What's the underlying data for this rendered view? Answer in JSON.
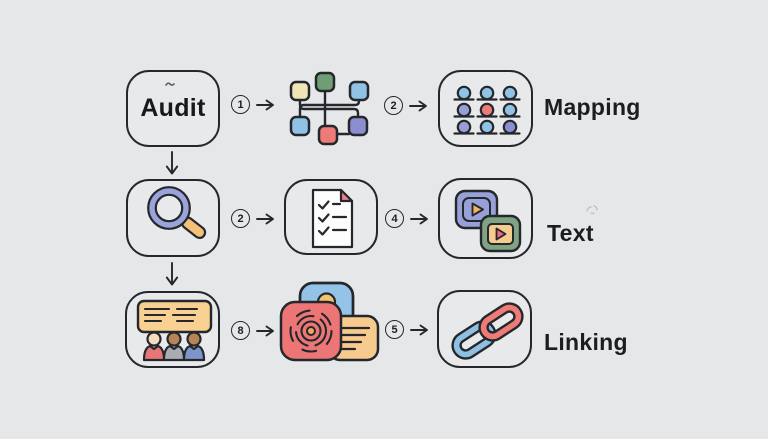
{
  "diagram": {
    "background": "#e5e7e9",
    "outline_color": "#24272b",
    "palette": {
      "cream": "#efe5b5",
      "green": "#6f9e74",
      "sky_blue": "#90c2e6",
      "salmon": "#ed7b78",
      "periwinkle": "#989fd8",
      "violet": "#8b8fd0",
      "tan": "#f6c98f",
      "banner_orange": "#f7d092",
      "paper_white": "#fdfdfd",
      "fold_pink": "#ef8289"
    },
    "rows": [
      {
        "left_label": "Audit",
        "step_a": "1",
        "middle_icon": "network-nodes-icon",
        "step_b": "2",
        "right_icon": "audience-grid-icon",
        "label": "Mapping"
      },
      {
        "left_icon": "magnifier-icon",
        "step_a": "2",
        "middle_icon": "checklist-document-icon",
        "step_b": "4",
        "right_icon": "video-players-icon",
        "label": "Text"
      },
      {
        "left_icon": "presentation-audience-icon",
        "step_a": "8",
        "middle_icon": "profile-scan-notes-icon",
        "step_b": "5",
        "right_icon": "chain-links-icon",
        "label": "Linking"
      }
    ]
  }
}
